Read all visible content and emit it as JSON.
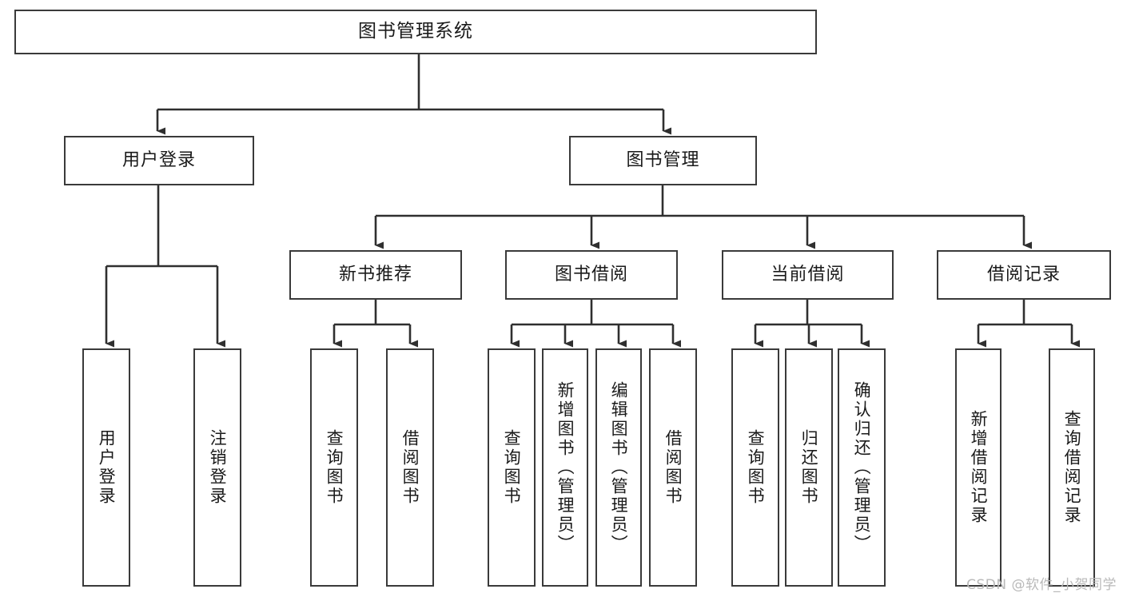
{
  "diagram": {
    "type": "tree",
    "title": "图书管理系统",
    "orientation": "top-down",
    "watermark": "CSDN @软件_小贺同学",
    "colors": {
      "box_border": "#3a3a3a",
      "box_fill": "#ffffff",
      "line": "#2f2f2f",
      "text": "#1a1a1a",
      "watermark": "#b9b9b9"
    },
    "nodes": {
      "root": "图书管理系统",
      "l2": [
        {
          "label": "用户登录"
        },
        {
          "label": "图书管理"
        }
      ],
      "l3": [
        {
          "label": "新书推荐"
        },
        {
          "label": "图书借阅"
        },
        {
          "label": "当前借阅"
        },
        {
          "label": "借阅记录"
        }
      ],
      "leaves": {
        "user_login": [
          "用户登录",
          "注销登录"
        ],
        "new_book": [
          "查询图书",
          "借阅图书"
        ],
        "borrow_book": [
          "查询图书",
          "新增图书（管理员）",
          "编辑图书（管理员）",
          "借阅图书"
        ],
        "current_borrow": [
          "查询图书",
          "归还图书",
          "确认归还（管理员）"
        ],
        "borrow_record": [
          "新增借阅记录",
          "查询借阅记录"
        ]
      }
    },
    "edges": [
      {
        "from": "图书管理系统",
        "to": "用户登录"
      },
      {
        "from": "图书管理系统",
        "to": "图书管理"
      },
      {
        "from": "图书管理",
        "to": "新书推荐"
      },
      {
        "from": "图书管理",
        "to": "图书借阅"
      },
      {
        "from": "图书管理",
        "to": "当前借阅"
      },
      {
        "from": "图书管理",
        "to": "借阅记录"
      },
      {
        "from": "用户登录",
        "to": "用户登录"
      },
      {
        "from": "用户登录",
        "to": "注销登录"
      },
      {
        "from": "新书推荐",
        "to": "查询图书"
      },
      {
        "from": "新书推荐",
        "to": "借阅图书"
      },
      {
        "from": "图书借阅",
        "to": "查询图书"
      },
      {
        "from": "图书借阅",
        "to": "新增图书（管理员）"
      },
      {
        "from": "图书借阅",
        "to": "编辑图书（管理员）"
      },
      {
        "from": "图书借阅",
        "to": "借阅图书"
      },
      {
        "from": "当前借阅",
        "to": "查询图书"
      },
      {
        "from": "当前借阅",
        "to": "归还图书"
      },
      {
        "from": "当前借阅",
        "to": "确认归还（管理员）"
      },
      {
        "from": "借阅记录",
        "to": "新增借阅记录"
      },
      {
        "from": "借阅记录",
        "to": "查询借阅记录"
      }
    ]
  }
}
